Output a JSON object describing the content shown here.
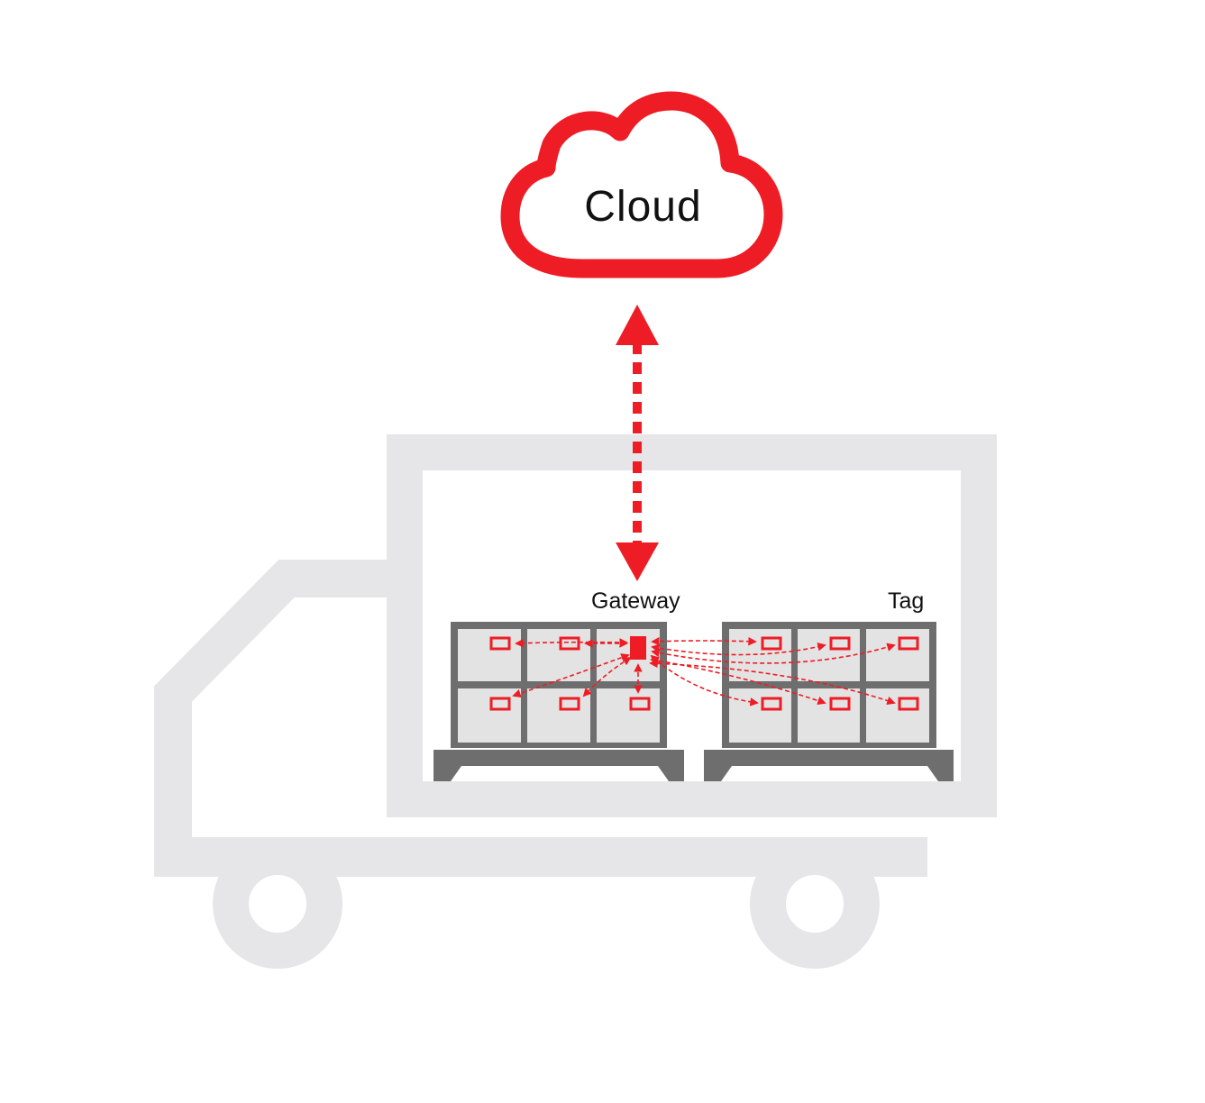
{
  "diagram": {
    "cloud": {
      "label": "Cloud",
      "color": "#ee1c25"
    },
    "gateway": {
      "label": "Gateway"
    },
    "tag": {
      "label": "Tag"
    },
    "colors": {
      "truck": "#e6e6e8",
      "pallet": "#6e6e6e",
      "crate_fill": "#e3e3e3",
      "crate_frame": "#707070",
      "signal": "#ee1c25"
    }
  }
}
